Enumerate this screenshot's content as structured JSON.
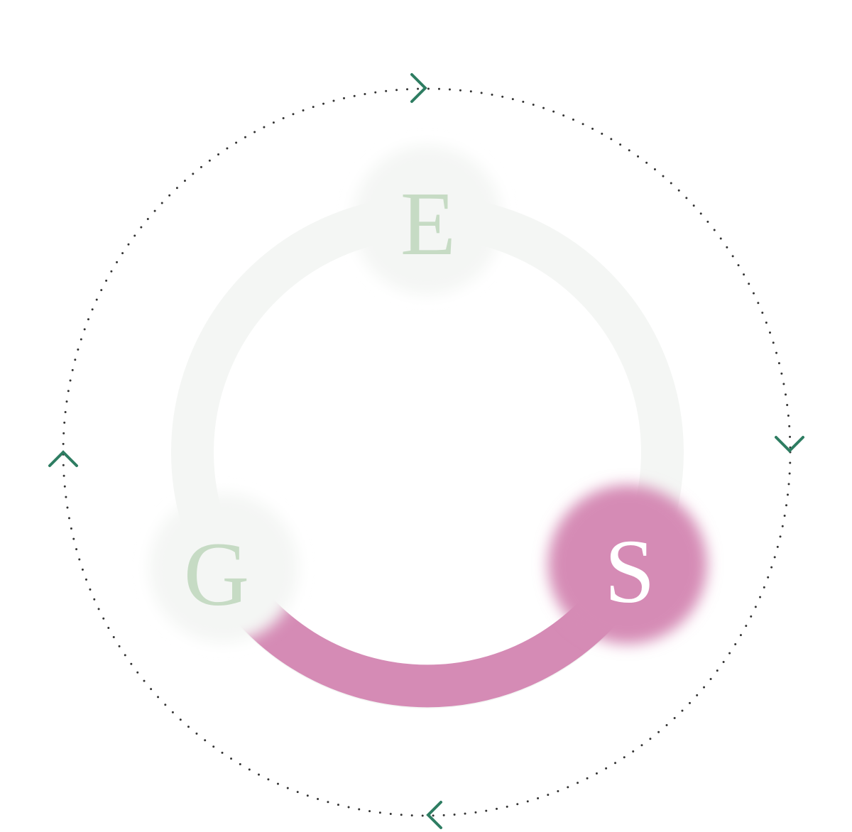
{
  "diagram": {
    "nodes": [
      {
        "id": "E",
        "label": "E",
        "active": false
      },
      {
        "id": "S",
        "label": "S",
        "active": true
      },
      {
        "id": "G",
        "label": "G",
        "active": false
      }
    ],
    "arrows": [
      "arrow-right-icon",
      "arrow-down-icon",
      "arrow-left-icon",
      "arrow-up-icon"
    ],
    "colors": {
      "active": "#d58bb5",
      "inactive_ring": "#f4f6f4",
      "inactive_letter": "#c6dbc4",
      "active_letter": "#ffffff",
      "arrow": "#2e7d62",
      "dots": "#333333"
    }
  }
}
